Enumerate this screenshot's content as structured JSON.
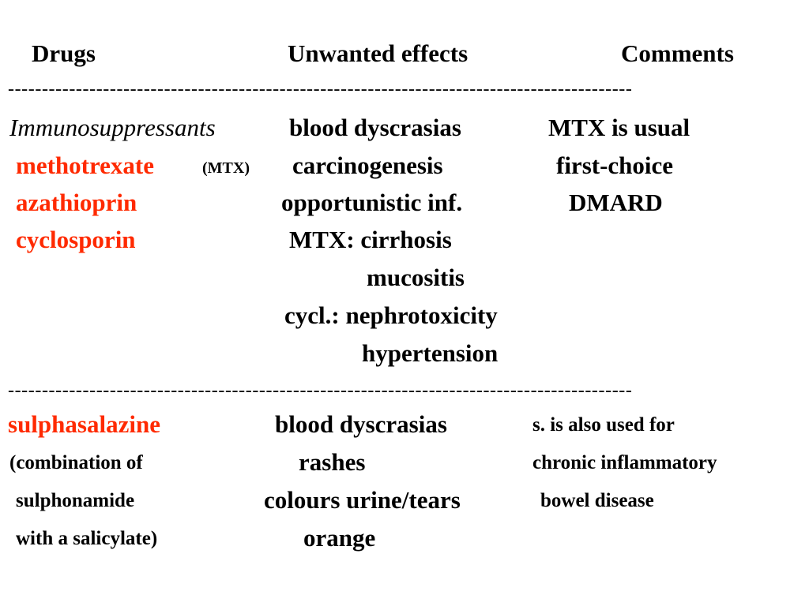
{
  "header": {
    "drugs": "Drugs",
    "unwanted_effects": "Unwanted effects",
    "comments": "Comments"
  },
  "dividers": {
    "top": "--------------------------------------------------------------------------------------------",
    "middle": "--------------------------------------------------------------------------------------------"
  },
  "immuno": {
    "category": "Immunosuppressants",
    "drugs": [
      "methotrexate",
      "azathioprin",
      "cyclosporin"
    ],
    "mtx_abbrev": "(MTX)",
    "effects": [
      "blood dyscrasias",
      "carcinogenesis",
      "opportunistic inf.",
      "MTX: cirrhosis",
      "mucositis",
      "cycl.: nephrotoxicity",
      "hypertension"
    ],
    "comments": [
      "MTX is usual",
      "first-choice",
      "DMARD"
    ]
  },
  "sulpha": {
    "drug": "sulphasalazine",
    "description": [
      "(combination  of",
      "sulphonamide",
      "with a salicylate)"
    ],
    "effects": [
      "blood dyscrasias",
      "rashes",
      "colours urine/tears",
      "orange"
    ],
    "comments": [
      "s. is also used for",
      "chronic inflammatory",
      "bowel disease"
    ]
  },
  "colors": {
    "drug_highlight": "#ff2a00",
    "text": "#000000",
    "background": "#ffffff"
  }
}
